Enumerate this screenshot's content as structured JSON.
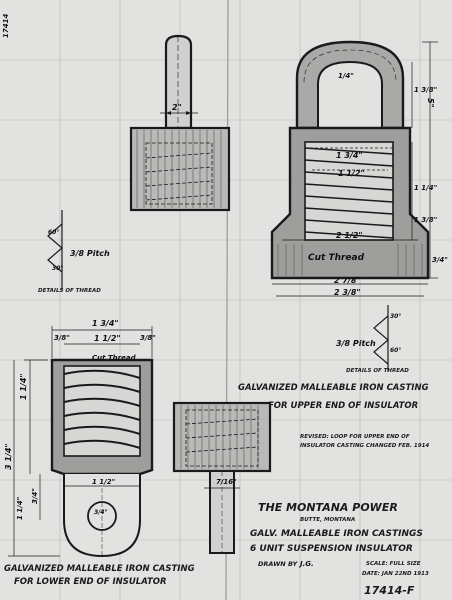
{
  "sheet": {
    "corner_number": "17414",
    "drawing_number": "17414-F"
  },
  "upper_casting": {
    "title_line1": "GALVANIZED MALLEABLE IRON CASTING",
    "title_line2": "FOR UPPER END OF INSULATOR",
    "side_dim": "2\"",
    "thread_note": "Cut Thread",
    "dims": {
      "loop_in": "1/4\"",
      "loop_right": "1 3/8\"",
      "thread_top": "1 3/4\"",
      "thread_mid": "1 1/2\"",
      "inner_base": "2 1/2\"",
      "outer_base": "2 7/8\"",
      "overall": "2 3/8\"",
      "height_a": "5\"",
      "height_b": "1 1/4\"",
      "height_c": "1 3/8\"",
      "height_d": "3/4\""
    }
  },
  "thread_detail_left": {
    "angle_top": "60°",
    "angle_bottom": "30°",
    "pitch": "3/8 Pitch",
    "caption": "DETAILS OF THREAD"
  },
  "thread_detail_right": {
    "angle_top": "30°",
    "angle_bottom": "60°",
    "pitch": "3/8 Pitch",
    "caption": "DETAILS OF THREAD"
  },
  "lower_casting": {
    "title_line1": "GALVANIZED MALLEABLE IRON CASTING",
    "title_line2": "FOR LOWER END OF INSULATOR",
    "top_width": "1 3/4\"",
    "inner_width": "1 1/2\"",
    "left_lip": "3/8\"",
    "right_lip": "3/8\"",
    "thread_note": "Cut Thread",
    "height_a": "1 1/4\"",
    "height_b": "3 1/4\"",
    "height_c": "3/4\"",
    "height_d": "1 1/4\"",
    "eye_width": "1 1/2\"",
    "hole_dia": "3/4\"",
    "stem_dim": "7/16\""
  },
  "revision_note": {
    "line1": "REVISED: LOOP FOR UPPER END OF",
    "line2": "INSULATOR CASTING CHANGED FEB. 1914"
  },
  "title_block": {
    "company": "THE MONTANA POWER",
    "city": "BUTTE, MONTANA",
    "desc_line1": "GALV. MALLEABLE IRON CASTINGS",
    "desc_line2": "6 UNIT SUSPENSION INSULATOR",
    "drawn_by_label": "DRAWN BY",
    "drawn_by": "J.G.",
    "scale": "SCALE: FULL SIZE",
    "date": "DATE: JAN 22ND 1913"
  }
}
